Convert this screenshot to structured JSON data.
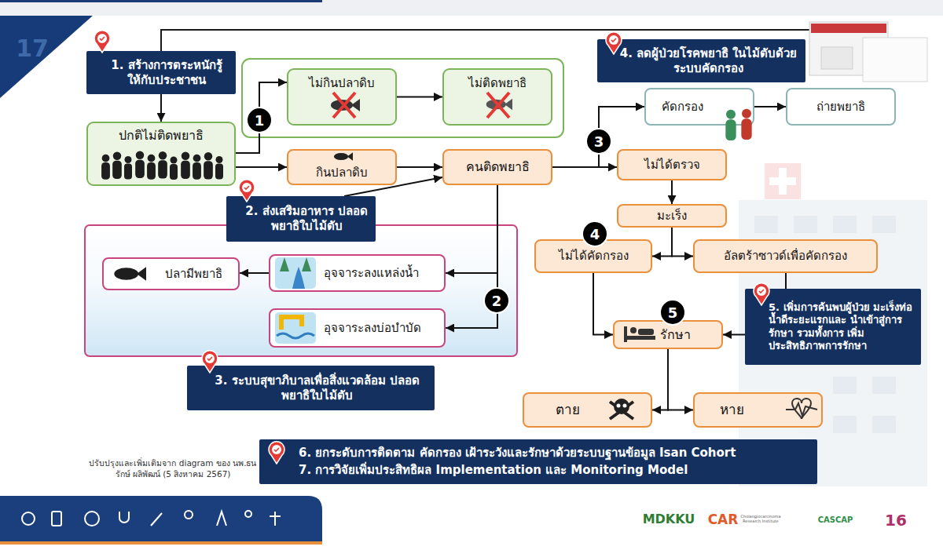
{
  "diagram": {
    "nodes": [
      {
        "text": [
          "1. สร้างการตระหนักรู้ ให้กับประชาชน"
        ]
      },
      {
        "text": [
          "ปกติไม่ติดพยาธิ"
        ]
      },
      {
        "text": [
          "ไม่กินปลาดิบ"
        ]
      },
      {
        "text": [
          "ไม่ติดพยาธิ"
        ]
      },
      {
        "text": [
          "กินปลาดิบ"
        ]
      },
      {
        "text": [
          "คนติดพยาธิ"
        ]
      },
      {
        "text": [
          "4. ลดผู้ป่วยโรคพยาธิ ในไม้ตับด้วยระบบคัดกรอง"
        ]
      },
      {
        "text": [
          "คัดกรอง"
        ]
      },
      {
        "text": [
          "ถ่ายพยาธิ"
        ]
      },
      {
        "text": [
          "ไม่ได้ตรวจ"
        ]
      },
      {
        "text": [
          "มะเร็ง"
        ]
      },
      {
        "text": [
          "ไม่ได้คัดกรอง"
        ]
      },
      {
        "text": [
          "อัลตร้าซาวด์เพื่อคัดกรอง"
        ]
      },
      {
        "text": [
          "2. ส่งเสริมอาหาร ปลอดพยาธิใบไม้ตับ"
        ]
      },
      {
        "text": [
          "ปลามีพยาธิ"
        ]
      },
      {
        "text": [
          "อุจจาระลงแหล่งน้ำ"
        ]
      },
      {
        "text": [
          "อุจจาระลงบ่อบำบัด"
        ]
      },
      {
        "text": [
          "รักษา"
        ]
      },
      {
        "text": [
          "5. เพิ่มการค้นพบผู้ป่วย มะเร็งท่อน้ำดีระยะแรกและ นำเข้าสู่การรักษา รวมทั้งการ เพิ่มประสิทธิภาพการรักษา"
        ]
      },
      {
        "text": [
          "3. ระบบสุขาภิบาลเพื่อสิ่งแวดล้อม ปลอดพยาธิใบไม้ตับ"
        ]
      },
      {
        "text": [
          "ตาย"
        ]
      },
      {
        "text": [
          "หาย"
        ]
      },
      {
        "text": [
          "6. ยกระดับการติดตาม คัดกรอง เฝ้าระวังและรักษาด้วยระบบฐานข้อมูล Isan Cohort",
          "7. การวิจัยเพิ่มประสิทธิผล Implementation และ Monitoring Model"
        ]
      }
    ],
    "edges": [
      {
        "from": 0,
        "to": 1,
        "arrow": "to"
      },
      {
        "from": 1,
        "to": 2,
        "arrow": "to"
      },
      {
        "from": 1,
        "to": 4,
        "arrow": "to"
      },
      {
        "from": 2,
        "to": 3,
        "arrow": "to"
      },
      {
        "from": 4,
        "to": 5,
        "arrow": "to"
      },
      {
        "from": 13,
        "to": 5,
        "arrow": "to"
      },
      {
        "from": 5,
        "to": 15,
        "arrow": "to"
      },
      {
        "from": 5,
        "to": 16,
        "arrow": "to"
      },
      {
        "from": 15,
        "to": 14,
        "arrow": "to"
      },
      {
        "from": 5,
        "to": 7,
        "arrow": "to"
      },
      {
        "from": 5,
        "to": 9,
        "arrow": "to"
      },
      {
        "from": 7,
        "to": 8,
        "arrow": "to"
      },
      {
        "from": 9,
        "to": 10,
        "arrow": "to"
      },
      {
        "from": 10,
        "to": 11,
        "arrow": "to"
      },
      {
        "from": 10,
        "to": 12,
        "arrow": "to"
      },
      {
        "from": 11,
        "to": 17,
        "arrow": "to"
      },
      {
        "from": 12,
        "to": 17,
        "arrow": "to"
      },
      {
        "from": 17,
        "to": 20,
        "arrow": "to"
      },
      {
        "from": 17,
        "to": 21,
        "arrow": "to"
      }
    ],
    "labels": [
      "17",
      "1",
      "2",
      "3",
      "4",
      "5",
      "ปรับปรุงและเพิ่มเติมจาก diagram ของ นพ.ธนรักษ์ ผลิพัฒน์ (5 สิงหาคม 2567)",
      "MDKKU",
      "CAR",
      "Cholangiocarcinoma Research Institute",
      "CASCAP",
      "16"
    ]
  }
}
